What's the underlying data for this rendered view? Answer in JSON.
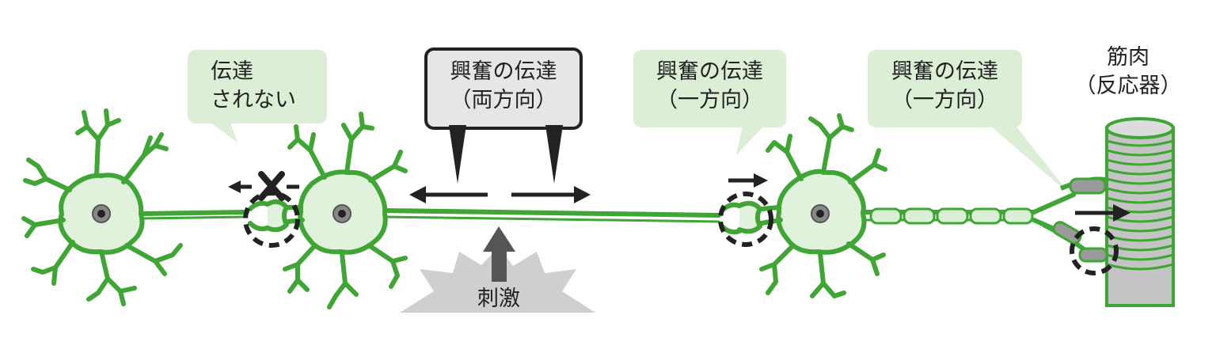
{
  "labels": {
    "not_transmitted_line1": "伝達",
    "not_transmitted_line2": "されない",
    "bidirectional_line1": "興奮の伝達",
    "bidirectional_line2": "（両方向）",
    "one_way_1_line1": "興奮の伝達",
    "one_way_1_line2": "（一方向）",
    "one_way_2_line1": "興奮の伝達",
    "one_way_2_line2": "（一方向）",
    "muscle_line1": "筋肉",
    "muscle_line2": "（反応器）",
    "stimulus": "刺激"
  },
  "colors": {
    "neuron_green": "#3fa535",
    "soma_fill": "#e0f1dc",
    "bubble_fill": "#dcefd6",
    "dark_box_fill": "#e6e6e6",
    "burst_gray": "#cfcfcf",
    "muscle_gray": "#c4c4c4",
    "arrow_dark": "#222222",
    "stimulus_arrow": "#555555"
  }
}
